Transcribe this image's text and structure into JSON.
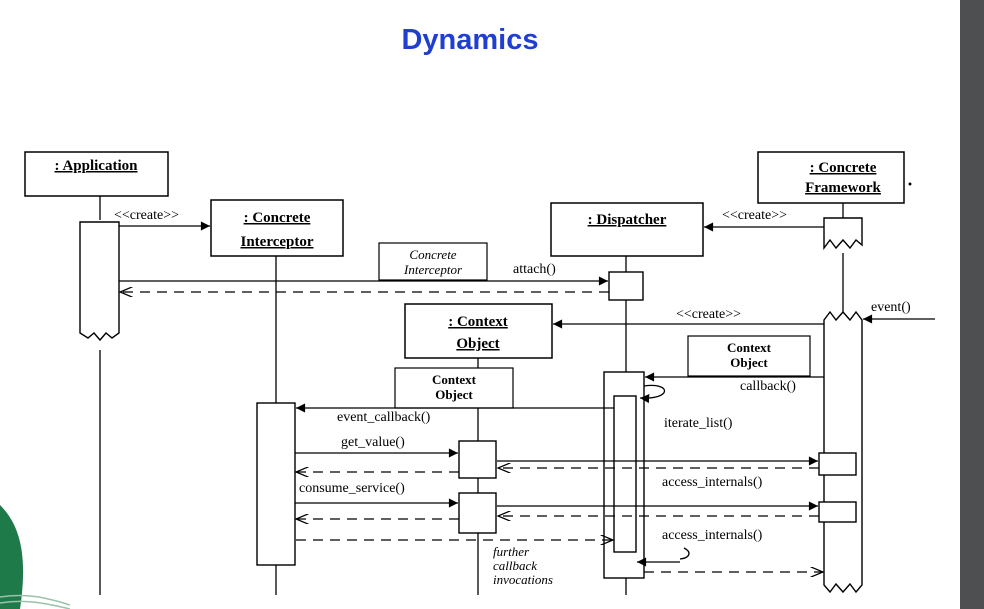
{
  "slide": {
    "title": "Dynamics",
    "title_color": "#1f3fd1",
    "sidebar_color": "#4d4f50"
  },
  "objects": {
    "application": ": Application",
    "concrete_interceptor": [
      ": Concrete",
      "Interceptor"
    ],
    "dispatcher": ": Dispatcher",
    "concrete_framework": [
      ": Concrete",
      "Framework"
    ],
    "context_object": [
      ": Context",
      "Object"
    ]
  },
  "notes": {
    "concrete_interceptor_note": [
      "Concrete",
      "Interceptor"
    ],
    "context_object_note_left": [
      "Context",
      "Object"
    ],
    "context_object_note_right": [
      "Context",
      "Object"
    ],
    "further_callbacks": [
      "further",
      "callback",
      "invocations"
    ]
  },
  "messages": {
    "create_interceptor": "<<create>>",
    "create_dispatcher": "<<create>>",
    "create_context": "<<create>>",
    "attach": "attach()",
    "event": "event()",
    "callback": "callback()",
    "iterate_list": "iterate_list()",
    "event_callback": "event_callback()",
    "get_value": "get_value()",
    "consume_service": "consume_service()",
    "access_internals_1": "access_internals()",
    "access_internals_2": "access_internals()"
  }
}
